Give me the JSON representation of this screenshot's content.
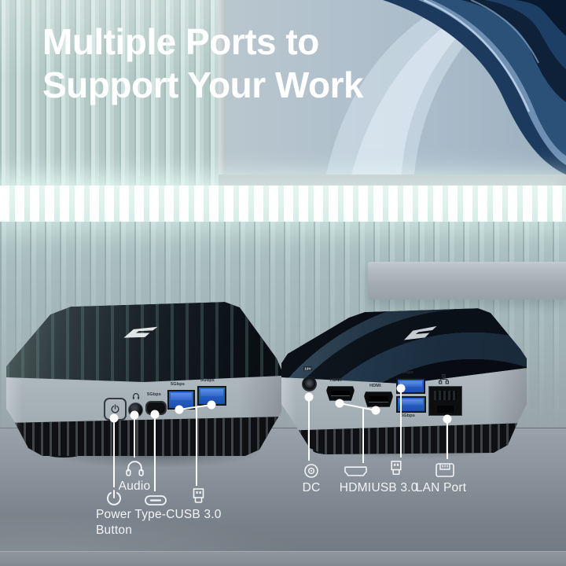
{
  "title": {
    "line1": "Multiple Ports to",
    "line2": "Support Your Work"
  },
  "front_panel": {
    "marks": {
      "typec_speed": "5Gbps",
      "usb1_speed": "5Gbps",
      "usb2_speed": "5Gbps"
    },
    "callouts": [
      {
        "icon": "headphones-icon",
        "label": "Audio"
      },
      {
        "icon": "power-icon",
        "label": "Power Button"
      },
      {
        "icon": "type-c-icon",
        "label": "Type-C"
      },
      {
        "icon": "usb-icon",
        "label": "USB 3.0"
      }
    ]
  },
  "rear_panel": {
    "marks": {
      "dc_voltage": "19V",
      "hdmi1": "HDMI",
      "hdmi2": "HDMI",
      "usb_top_speed": "5Gbps",
      "usb_bottom_speed": "5Gbps"
    },
    "callouts": [
      {
        "icon": "dc-icon",
        "label": "DC"
      },
      {
        "icon": "hdmi-icon",
        "label": "HDMI"
      },
      {
        "icon": "usb-icon",
        "label": "USB 3.0"
      },
      {
        "icon": "lan-icon",
        "label": "LAN Port"
      }
    ]
  },
  "colors": {
    "usb_blue": "#2563c4",
    "glow_teal": "#eefbf8",
    "wall_teal": "#bfd8d5",
    "desk_gray": "#7d868e",
    "screen_navy": "#16304f",
    "label_text": "#f2f4f6",
    "title_text": "#ffffff"
  }
}
